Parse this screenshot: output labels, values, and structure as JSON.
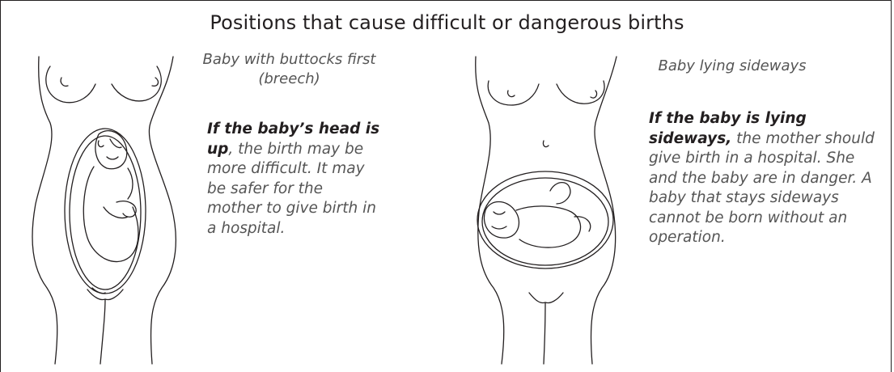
{
  "title": "Positions that cause difficult or dangerous births",
  "panels": [
    {
      "caption": "Baby with buttocks first (breech)",
      "emphasis": "If the baby’s head is up",
      "text": ", the birth may be more difficult. It may be safer for the mother to give birth in a hospital.",
      "icon": "breech-baby-illustration"
    },
    {
      "caption": "Baby lying sideways",
      "emphasis": "If the baby is lying sideways,",
      "text": " the mother should give birth in a hospital. She and the baby are in danger. A baby that stays sideways cannot be born without an operation.",
      "icon": "sideways-baby-illustration"
    }
  ],
  "colors": {
    "ink": "#231f20",
    "caption": "#555555",
    "background": "#ffffff"
  }
}
